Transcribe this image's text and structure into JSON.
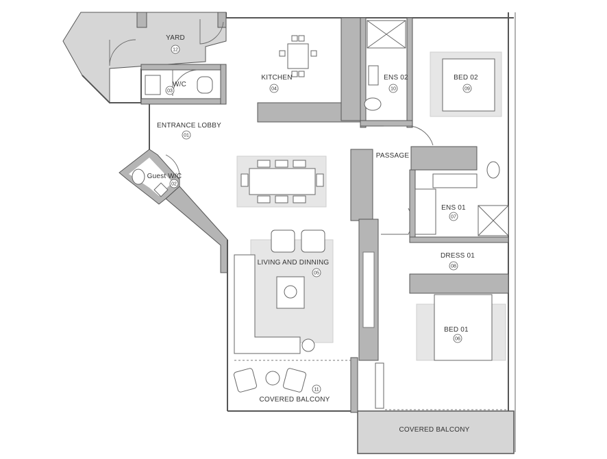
{
  "plan": {
    "rooms": [
      {
        "id": "yard",
        "label": "YARD",
        "number": "12"
      },
      {
        "id": "wc",
        "label": "W/C",
        "number": "03"
      },
      {
        "id": "kitchen",
        "label": "KITCHEN",
        "number": "04"
      },
      {
        "id": "ens02",
        "label": "ENS 02",
        "number": "10"
      },
      {
        "id": "bed02",
        "label": "BED 02",
        "number": "09"
      },
      {
        "id": "entrance",
        "label": "ENTRANCE LOBBY",
        "number": "01"
      },
      {
        "id": "guestwc",
        "label": "Guest W/C",
        "number": "02"
      },
      {
        "id": "passage",
        "label": "PASSAGE",
        "number": ""
      },
      {
        "id": "ens01",
        "label": "ENS 01",
        "number": "07"
      },
      {
        "id": "dress01",
        "label": "DRESS 01",
        "number": "08"
      },
      {
        "id": "living",
        "label": "LIVING AND DINNING",
        "number": "05"
      },
      {
        "id": "bed01",
        "label": "BED 01",
        "number": "06"
      },
      {
        "id": "balcony1",
        "label": "COVERED BALCONY",
        "number": "11"
      },
      {
        "id": "balcony2",
        "label": "COVERED BALCONY",
        "number": ""
      }
    ],
    "colors": {
      "wall_fill": "#b5b5b5",
      "outdoor_fill": "#d2d2d2",
      "line": "#555555"
    }
  }
}
